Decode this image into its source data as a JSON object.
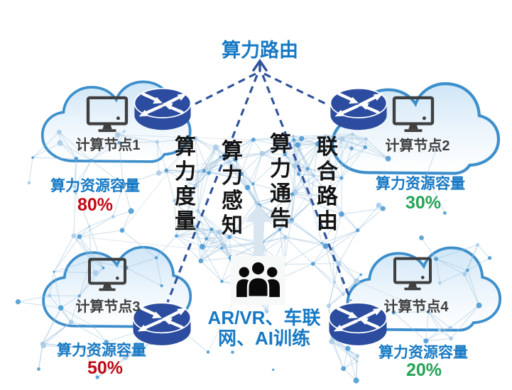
{
  "title": {
    "text": "算力路由"
  },
  "pillars": [
    {
      "text": "算力度量"
    },
    {
      "text": "算力感知"
    },
    {
      "text": "算力通告"
    },
    {
      "text": "联合路由"
    }
  ],
  "nodes": [
    {
      "label": "计算节点1",
      "capacity_label": "算力资源容量",
      "capacity_value": "80%",
      "value_color": "#C00A14"
    },
    {
      "label": "计算节点2",
      "capacity_label": "算力资源容量",
      "capacity_value": "30%",
      "value_color": "#23A455"
    },
    {
      "label": "计算节点3",
      "capacity_label": "算力资源容量",
      "capacity_value": "50%",
      "value_color": "#C00A14"
    },
    {
      "label": "计算节点4",
      "capacity_label": "算力资源容量",
      "capacity_value": "20%",
      "value_color": "#23A455"
    }
  ],
  "application": {
    "icon": "people-group-icon",
    "line1": "AR/VR、车联",
    "line2": "网、AI训练"
  },
  "colors": {
    "accent_blue": "#1779C4",
    "red": "#C00A14",
    "green": "#23A455",
    "router_blue": "#2B4C9F",
    "cloud_stroke": "#3D8FCC",
    "dash_blue": "#30549B",
    "text_dark": "#3F3F3F",
    "pillar_black": "#141414",
    "arrow_pale": "#D9E5F1",
    "mesh_node": "#4E9BD4",
    "mesh_node_light": "#A9CBE8",
    "mesh_edge": "#9EC3DF"
  }
}
